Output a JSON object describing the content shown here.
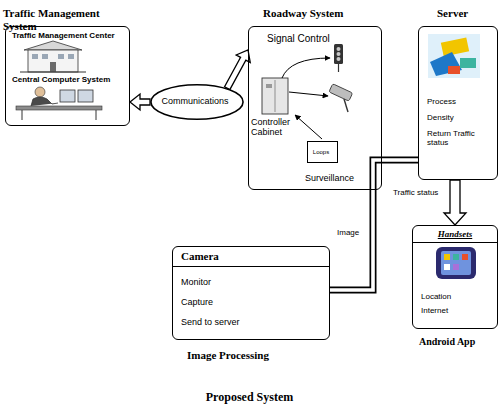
{
  "diagram": {
    "caption": "Proposed System",
    "nodes": [
      {
        "text": [
          "Traffic Management System",
          "Traffic Management Center",
          "Central Computer System"
        ]
      },
      {
        "text": [
          "Communications"
        ]
      },
      {
        "text": [
          "Roadway System",
          "Signal Control",
          "Controller Cabinet",
          "Surveillance"
        ]
      },
      {
        "text": [
          "Loops"
        ],
        "in": 2
      },
      {
        "text": [
          "Server",
          "Process",
          "Density",
          "Return Traffic status"
        ]
      },
      {
        "text": [
          "Camera",
          "Monitor",
          "Capture",
          "Send to server",
          "Image Processing"
        ]
      },
      {
        "text": [
          "Handsets",
          "Location",
          "Internet",
          "Android App"
        ]
      }
    ],
    "edges": [
      {
        "from": 1,
        "to": 0,
        "arrow": "to"
      },
      {
        "from": 1,
        "to": 2,
        "arrow": "to"
      },
      {
        "from": 5,
        "to": 4,
        "label": "Image",
        "arrow": "none"
      },
      {
        "from": 4,
        "to": 6,
        "label": "Traffic status",
        "arrow": "to"
      }
    ]
  }
}
